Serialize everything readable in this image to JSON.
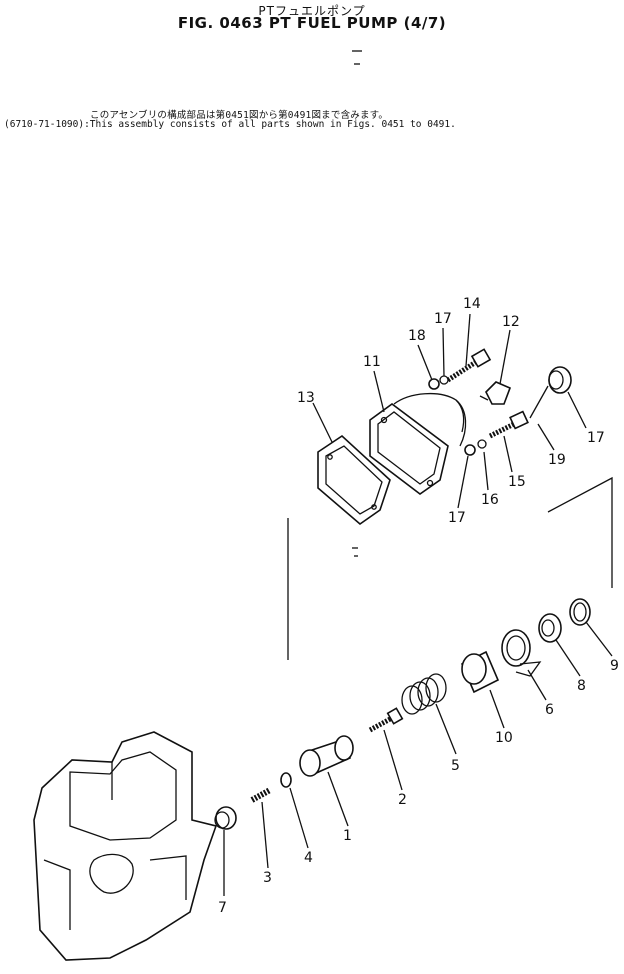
{
  "header": {
    "title_jp": "PTフュエルポンプ",
    "title_en": "FIG. 0463 PT FUEL PUMP (4/7)"
  },
  "note": {
    "jp": "このアセンブリの構成部品は第0451図から第0491図まで含みます。",
    "en": "(6710-71-1090):This assembly consists of all parts shown in Figs. 0451 to 0491."
  },
  "callouts": [
    "1",
    "2",
    "3",
    "4",
    "5",
    "6",
    "7",
    "8",
    "9",
    "10",
    "11",
    "12",
    "13",
    "14",
    "15",
    "16",
    "16",
    "17",
    "17",
    "18",
    "19"
  ]
}
